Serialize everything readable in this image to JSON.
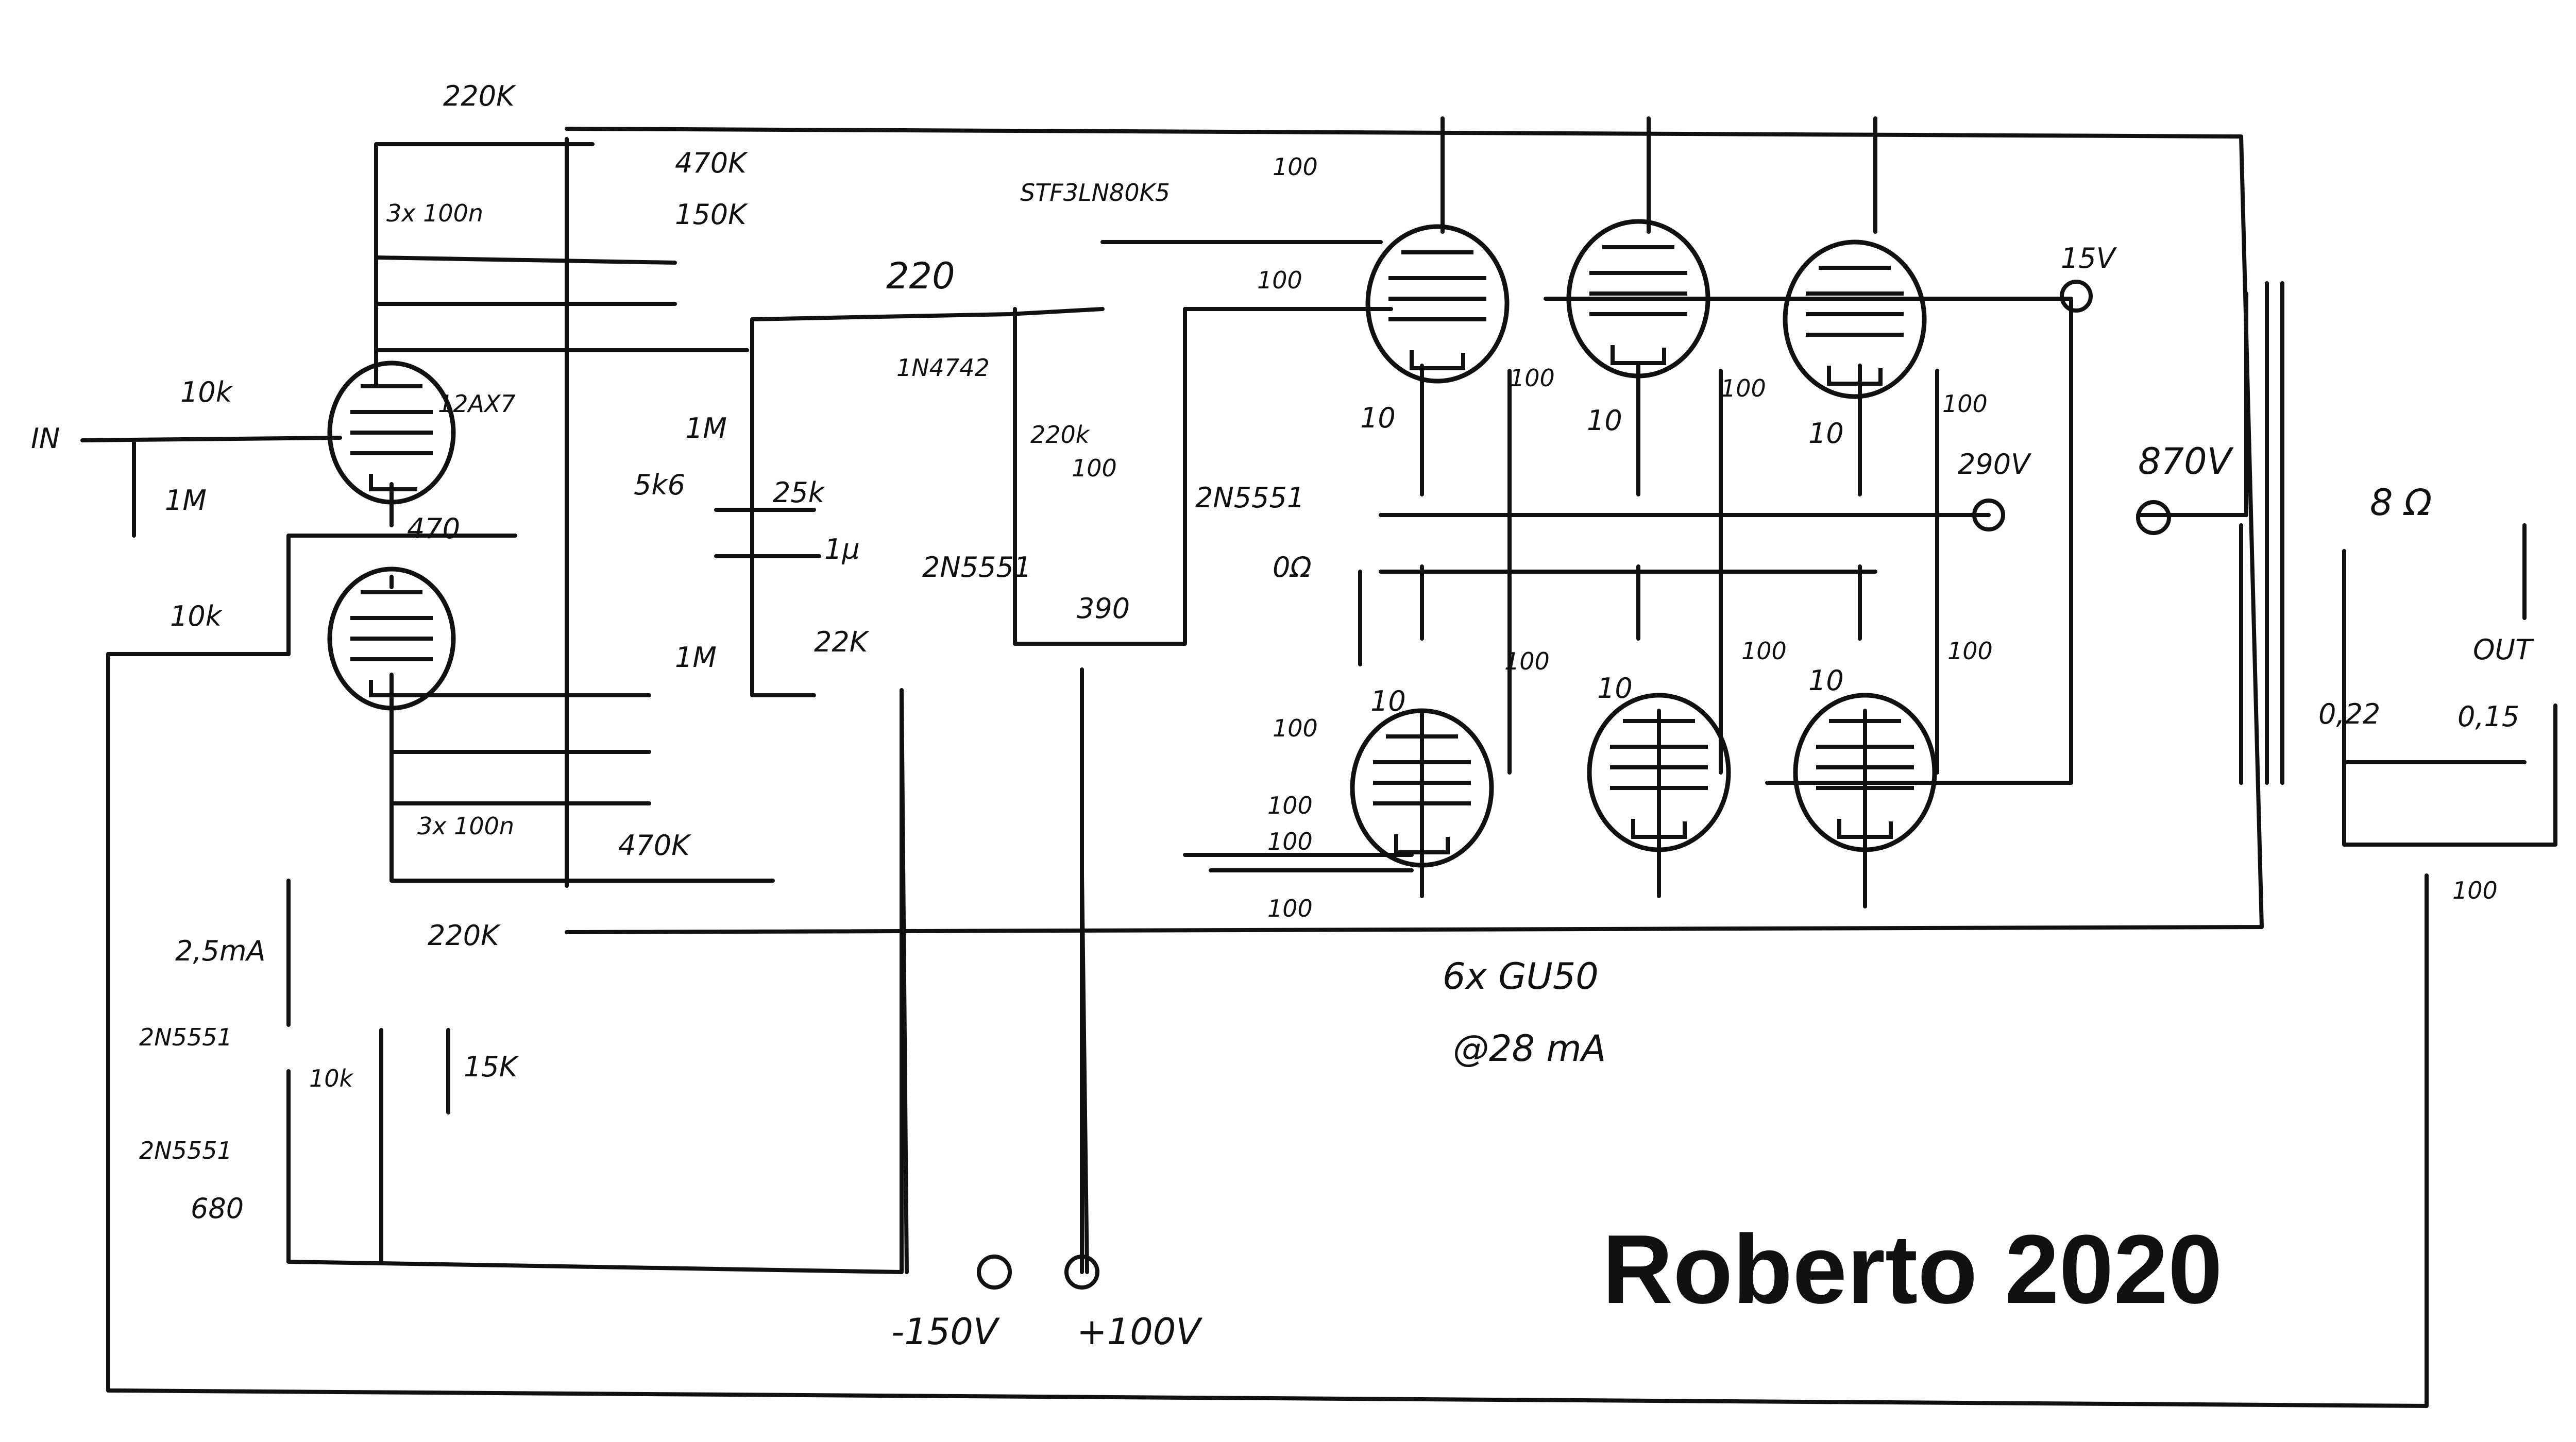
{
  "labels": {
    "r_fb_top": "220K",
    "r_top_470": "470K",
    "r_150": "150K",
    "caps_top": "3x 100n",
    "in": "IN",
    "r_in": "10k",
    "r_in_gnd": "1M",
    "tube_12ax7": "12AX7",
    "r_470": "470",
    "r_lower_in": "10k",
    "caps_bot": "3x 100n",
    "r_bot_470": "470K",
    "r_bot_220": "220K",
    "ma": "2,5mA",
    "q_a": "2N5551",
    "q_b": "2N5551",
    "r_10k_cs": "10k",
    "r_15k": "15K",
    "r_680": "680",
    "mosfet": "STF3LN80K5",
    "r_220": "220",
    "zener": "1N4742",
    "r_1m_a": "1M",
    "r_5k6": "5k6",
    "pot_25k": "25k",
    "cap_1u": "1µ",
    "r_1m_b": "1M",
    "r_22k": "22K",
    "r_220k_b": "220k",
    "r_100_b": "100",
    "q_c": "2N5551",
    "q_d": "2N5551",
    "r_390": "390",
    "r_100_g1": "100",
    "r_100_g2": "100",
    "r_10_1": "10",
    "r_100_s1": "100",
    "r_10_2": "10",
    "r_100_s2": "100",
    "r_10_3": "10",
    "r_100_s3": "100",
    "v_15": "15V",
    "v_290": "290V",
    "v_870": "870V",
    "zero_ohm": "0Ω",
    "r_10_4": "10",
    "r_100_s4": "100",
    "r_10_5": "10",
    "r_100_s5": "100",
    "r_10_6": "10",
    "r_100_s6": "100",
    "r_100_g3": "100",
    "r_100_g4": "100",
    "r_100_g5": "100",
    "r_100_g6": "100",
    "tubes_note_1": "6x GU50",
    "tubes_note_2": "@28 mA",
    "v_neg150": "-150V",
    "v_pos100": "+100V",
    "ohms": "8 Ω",
    "out": "OUT",
    "r_022": "0,22",
    "r_015": "0,15",
    "r_100_out": "100",
    "signature": "Roberto 2020"
  }
}
